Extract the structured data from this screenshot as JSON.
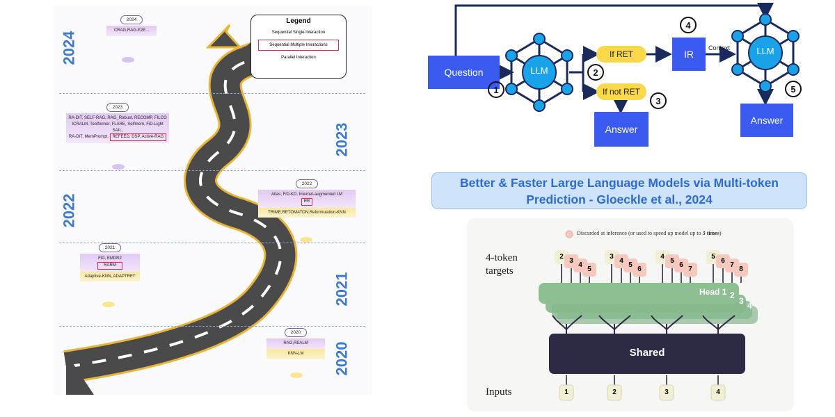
{
  "timeline": {
    "years": [
      "2024",
      "2023",
      "2022",
      "2021",
      "2020"
    ],
    "legend": {
      "title": "Legend",
      "items": [
        "Sequential Single Interaction",
        "Sequential Multiple Interactions",
        "Parallel Interaction"
      ]
    },
    "cards": {
      "y2024": {
        "year": "2024",
        "line1": "CRAG,RAG-E2E..."
      },
      "y2023": {
        "year": "2023",
        "line1": "RA-DIT, SELF-RAG, RAG_Robust, RECOMP, FILCO",
        "line2": "ICRALM, Toolformer, FLARE, Selfmem, FiD-Light SAIL,",
        "line3a": "RA-DIT, MemPrompt,",
        "line3b": "REFEED, DSP, Active-RAG"
      },
      "y2022": {
        "year": "2022",
        "line1": "Atlas, FiD-KD, Internet-augmented LM",
        "red": "RR",
        "line2": "TRIME,RETOMATON,Reformulation-KNN"
      },
      "y2021": {
        "year": "2021",
        "line1": "FiD, EMDR2",
        "red": "RARM",
        "line2": "Adaptive-KNN, ADAPTRET"
      },
      "y2020": {
        "year": "2020",
        "line1": "RAG,REALM",
        "line2": "KNN-LM"
      }
    }
  },
  "rag_flow": {
    "question": "Question",
    "llm1": "LLM",
    "if_ret": "If RET",
    "if_not_ret": "If not RET",
    "ir": "IR",
    "context": "Context",
    "llm2": "LLM",
    "answer1": "Answer",
    "answer2": "Answer",
    "steps": [
      "1",
      "2",
      "3",
      "4",
      "5"
    ],
    "colors": {
      "box": "#3b5bf0",
      "node": "#1aa3e8",
      "line": "#1b2a5c",
      "pill": "#f9d84a"
    }
  },
  "banner": {
    "line1": "Better & Faster Large Language Models via Multi-token",
    "line2": "Prediction - Gloeckle et al., 2024"
  },
  "mtp": {
    "note_prefix": "Discarded at inference (or used to speed up model up to ",
    "note_bold": "3 times",
    "note_suffix": ")",
    "targets_label_1": "4-token",
    "targets_label_2": "targets",
    "inputs_label": "Inputs",
    "shared_label": "Shared",
    "head_label": "Head 1",
    "head_nums": [
      "2",
      "3",
      "4"
    ],
    "inputs": [
      "1",
      "2",
      "3",
      "4"
    ],
    "target_groups": [
      [
        "2",
        "3",
        "4",
        "5"
      ],
      [
        "3",
        "4",
        "5",
        "6"
      ],
      [
        "4",
        "5",
        "6",
        "7"
      ],
      [
        "5",
        "6",
        "7",
        "8"
      ]
    ],
    "colors": {
      "head": "#86b88d",
      "shared": "#2c2a44",
      "token": "#f1efd4",
      "discarded": "#f6c9bf"
    }
  }
}
